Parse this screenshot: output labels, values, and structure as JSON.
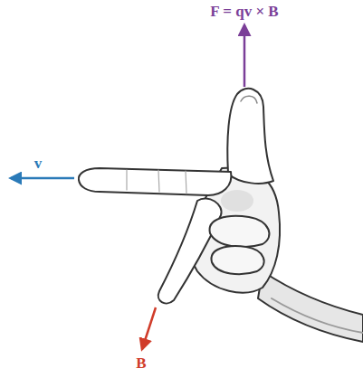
{
  "diagram": {
    "labels": [
      "F = qv × B",
      "v",
      "B"
    ]
  }
}
